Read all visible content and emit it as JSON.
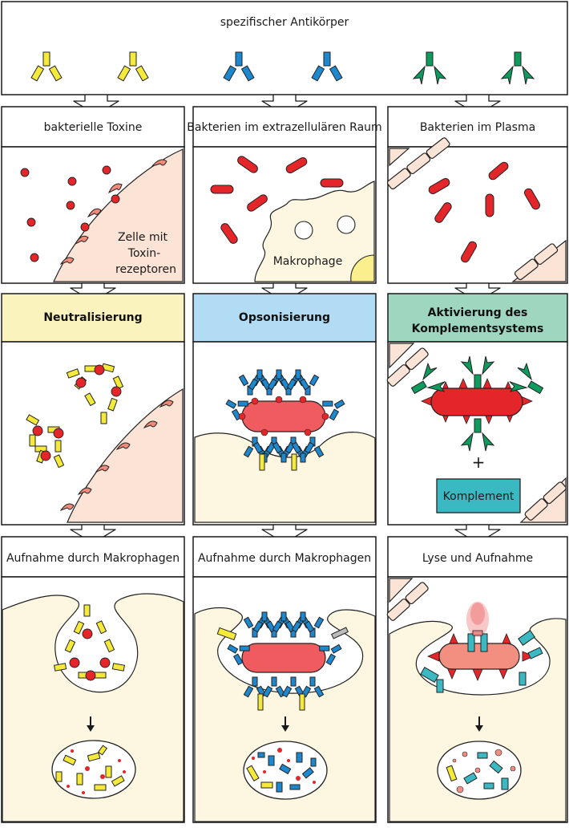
{
  "top": {
    "title": "spezifischer Antikörper"
  },
  "columns": [
    {
      "situation": "bakterielle Toxine",
      "cell_label_1": "Zelle mit",
      "cell_label_2": "Toxin-",
      "cell_label_3": "rezeptoren",
      "mechanism": "Neutralisierung",
      "mechanism_color": "#fbf3bd",
      "result": "Aufnahme durch Makrophagen"
    },
    {
      "situation": "Bakterien im extrazellulären Raum",
      "cell_label_1": "Makrophage",
      "mechanism": "Opsonisierung",
      "mechanism_color": "#b2dcf4",
      "result": "Aufnahme durch Makrophagen"
    },
    {
      "situation": "Bakterien im Plasma",
      "mechanism_line1": "Aktivierung des",
      "mechanism_line2": "Komplementsystems",
      "mechanism_color": "#9fd6bf",
      "plus": "+",
      "complement": "Komplement",
      "complement_color": "#3bb9c2",
      "result": "Lyse und Aufnahme"
    }
  ],
  "colors": {
    "antibody_yellow": "#f5ea3b",
    "antibody_blue": "#1e88cf",
    "antibody_green": "#0f9a5e",
    "bacteria_red": "#e4262b",
    "cell_pink": "#fbe3d6",
    "macrophage_cream": "#fdf7e1"
  }
}
